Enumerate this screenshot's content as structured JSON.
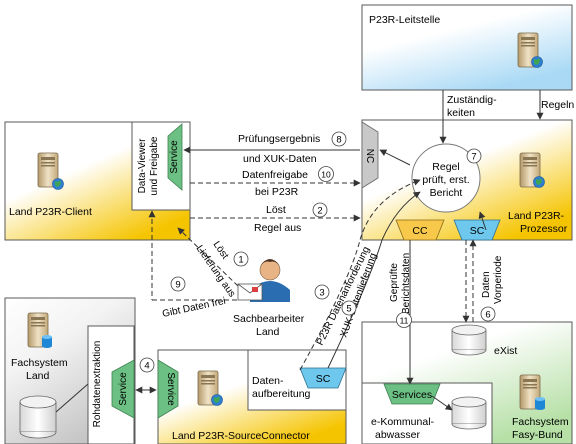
{
  "boxes": {
    "leitstelle": "P23R-Leitstelle",
    "client": "Land P23R-Client",
    "prozessor_line1": "Land P23R-",
    "prozessor_line2": "Prozessor",
    "fachsystem_land_line1": "Fachsystem",
    "fachsystem_land_line2": "Land",
    "source_connector": "Land P23R-SourceConnector",
    "daten_aufbereitung_line1": "Daten-",
    "daten_aufbereitung_line2": "aufbereitung",
    "fachsystem_fasy_line1": "Fachsystem",
    "fachsystem_fasy_line2": "Fasy-Bund",
    "exist": "eXist",
    "ekommunal_line1": "e-Kommunal-",
    "ekommunal_line2": "abwasser"
  },
  "components": {
    "data_viewer_line1": "Data-Viewer",
    "data_viewer_line2": "und Freigabe",
    "service": "Service",
    "nc": "NC",
    "cc": "CC",
    "sc": "SC",
    "rohdatenextraktion": "Rohdatenextraktion",
    "services": "Services"
  },
  "regel": {
    "line1": "Regel",
    "line2": "prüft, erst.",
    "line3": "Bericht"
  },
  "actor": {
    "line1": "Sachbearbeiter",
    "line2": "Land"
  },
  "flows": {
    "zustaendigkeiten_line1": "Zuständig-",
    "zustaendigkeiten_line2": "keiten",
    "regeln": "Regeln",
    "pruefungsergebnis_line1": "Prüfungsergebnis",
    "pruefungsergebnis_line2": "und XUK-Daten",
    "datenfreigabe_line1": "Datenfreigabe",
    "datenfreigabe_line2": "bei P23R",
    "loest_regel_line1": "Löst",
    "loest_regel_line2": "Regel aus",
    "loest_lieferung_line1": "Löst",
    "loest_lieferung_line2": "Lieferung aus",
    "gibt_daten_frei": "Gibt Daten frei",
    "datenanforderung": "P23R Datenanforderung",
    "datenlieferung": "XUK-Datenlieferung",
    "gepruefte_line1": "Geprüfte",
    "gepruefte_line2": "Berichtsdaten",
    "daten_vorperiode_line1": "Daten",
    "daten_vorperiode_line2": "Vorperiode"
  },
  "step_numbers": [
    "1",
    "2",
    "3",
    "4",
    "5",
    "6",
    "7",
    "8",
    "9",
    "10",
    "11"
  ],
  "colors": {
    "yellow_box": "#f5c400",
    "blue_box": "#b5dff7",
    "green_box": "#bde3b0",
    "gray_box": "#cfcfcf",
    "component_green": "#6cc083",
    "component_blue": "#6ec8ee",
    "component_yellow": "#f7c84a",
    "component_gray": "#c8c8c8"
  },
  "icons": [
    "server-icon",
    "database-icon",
    "globe-icon",
    "person-icon",
    "letter-icon"
  ]
}
